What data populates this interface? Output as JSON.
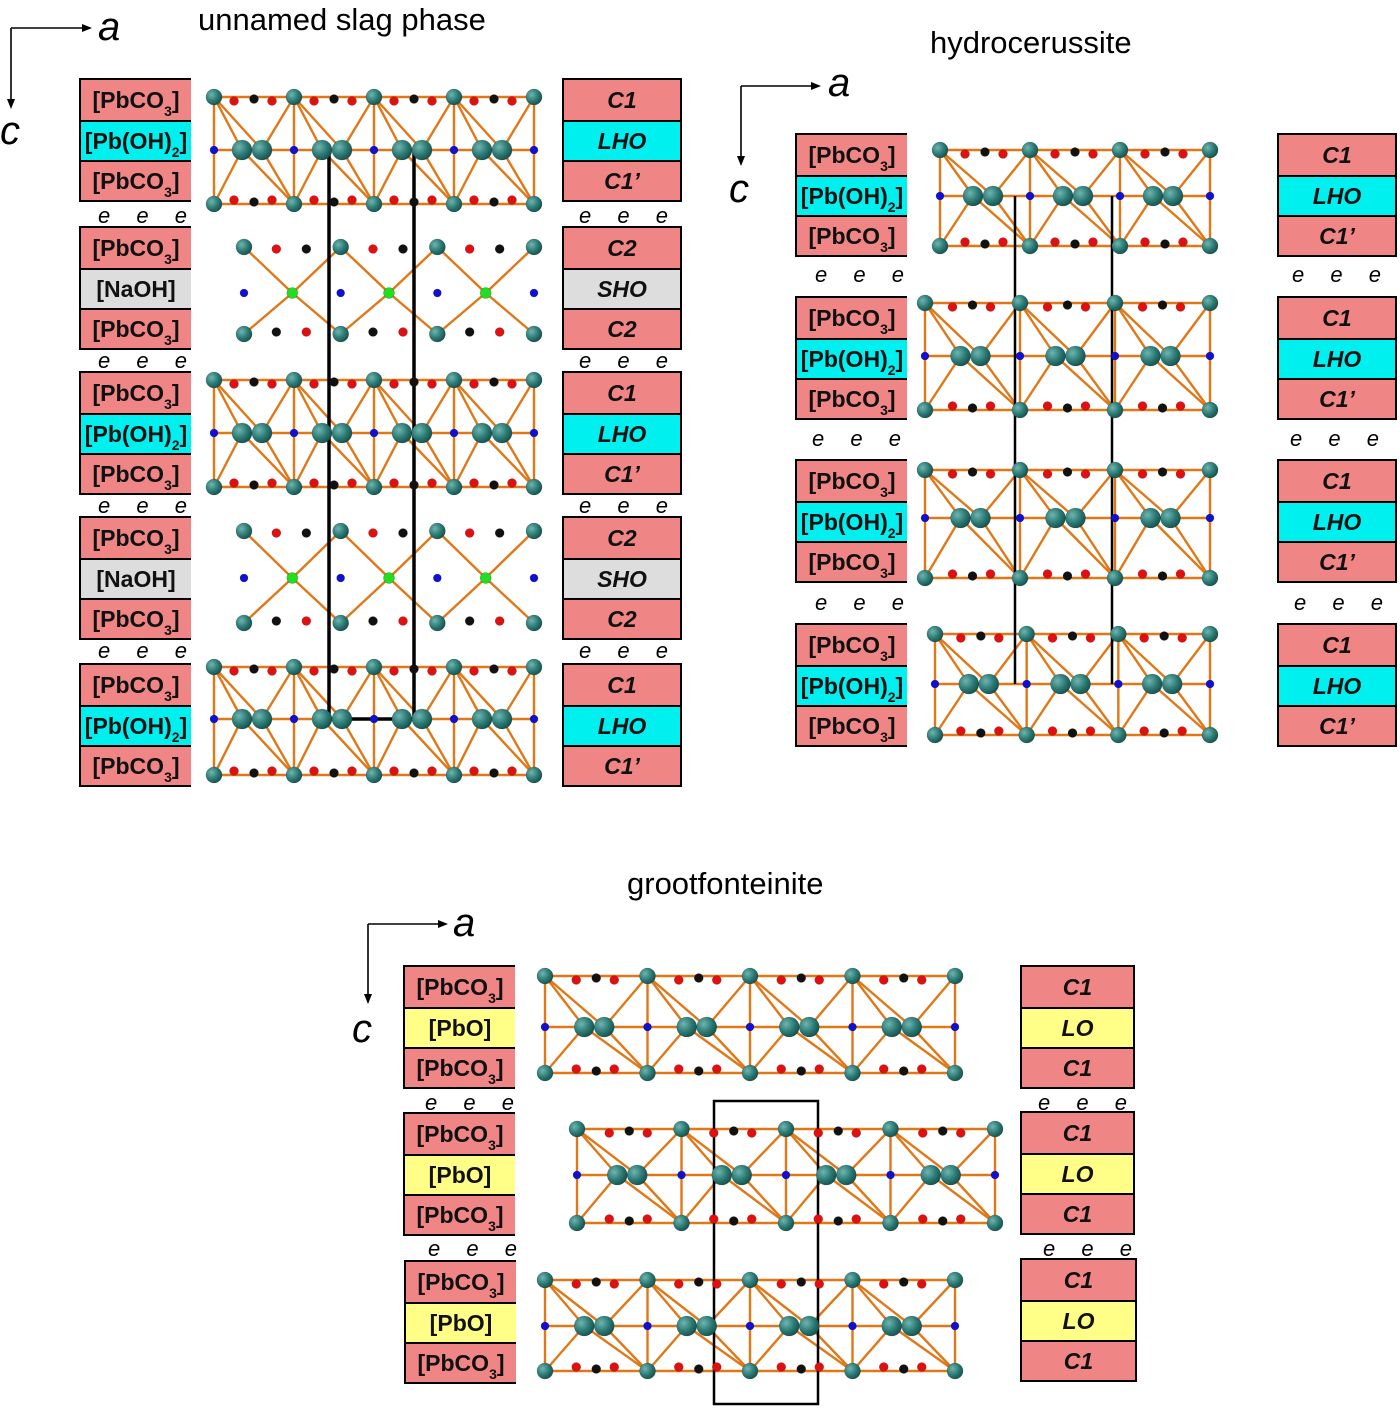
{
  "panels": [
    {
      "title": "unnamed slag phase",
      "axes": {
        "horizontal": "a",
        "vertical": "c"
      },
      "layers": [
        {
          "left": [
            "[PbCO3]",
            "[Pb(OH)2]",
            "[PbCO3]"
          ],
          "right": [
            "C1",
            "LHO",
            "C1’"
          ]
        },
        {
          "left": [
            "[PbCO3]",
            "[NaOH]",
            "[PbCO3]"
          ],
          "right": [
            "C2",
            "SHO",
            "C2"
          ]
        },
        {
          "left": [
            "[PbCO3]",
            "[Pb(OH)2]",
            "[PbCO3]"
          ],
          "right": [
            "C1",
            "LHO",
            "C1’"
          ]
        },
        {
          "left": [
            "[PbCO3]",
            "[NaOH]",
            "[PbCO3]"
          ],
          "right": [
            "C2",
            "SHO",
            "C2"
          ]
        },
        {
          "left": [
            "[PbCO3]",
            "[Pb(OH)2]",
            "[PbCO3]"
          ],
          "right": [
            "C1",
            "LHO",
            "C1’"
          ]
        }
      ],
      "separator": "e e e"
    },
    {
      "title": "hydrocerussite",
      "axes": {
        "horizontal": "a",
        "vertical": "c"
      },
      "layers": [
        {
          "left": [
            "[PbCO3]",
            "[Pb(OH)2]",
            "[PbCO3]"
          ],
          "right": [
            "C1",
            "LHO",
            "C1’"
          ]
        },
        {
          "left": [
            "[PbCO3]",
            "[Pb(OH)2]",
            "[PbCO3]"
          ],
          "right": [
            "C1",
            "LHO",
            "C1’"
          ]
        },
        {
          "left": [
            "[PbCO3]",
            "[Pb(OH)2]",
            "[PbCO3]"
          ],
          "right": [
            "C1",
            "LHO",
            "C1’"
          ]
        },
        {
          "left": [
            "[PbCO3]",
            "[Pb(OH)2]",
            "[PbCO3]"
          ],
          "right": [
            "C1",
            "LHO",
            "C1’"
          ]
        }
      ],
      "separator": "e e e"
    },
    {
      "title": "grootfonteinite",
      "axes": {
        "horizontal": "a",
        "vertical": "c"
      },
      "layers": [
        {
          "left": [
            "[PbCO3]",
            "[PbO]",
            "[PbCO3]"
          ],
          "right": [
            "C1",
            "LO",
            "C1"
          ]
        },
        {
          "left": [
            "[PbCO3]",
            "[PbO]",
            "[PbCO3]"
          ],
          "right": [
            "C1",
            "LO",
            "C1"
          ]
        },
        {
          "left": [
            "[PbCO3]",
            "[PbO]",
            "[PbCO3]"
          ],
          "right": [
            "C1",
            "LO",
            "C1"
          ]
        }
      ],
      "separator": "e e e"
    }
  ],
  "colors": {
    "carbonate_layer": "#f08585",
    "hydroxide_layer": "#00f0f0",
    "naoh_layer": "#dddddd",
    "oxide_layer": "#ffff88",
    "pb_atom": "#2a7873",
    "o_atom": "#e01010",
    "c_atom": "#111111",
    "h_atom": "#1010d0",
    "na_atom": "#22dd22",
    "bond": "#e07818"
  }
}
